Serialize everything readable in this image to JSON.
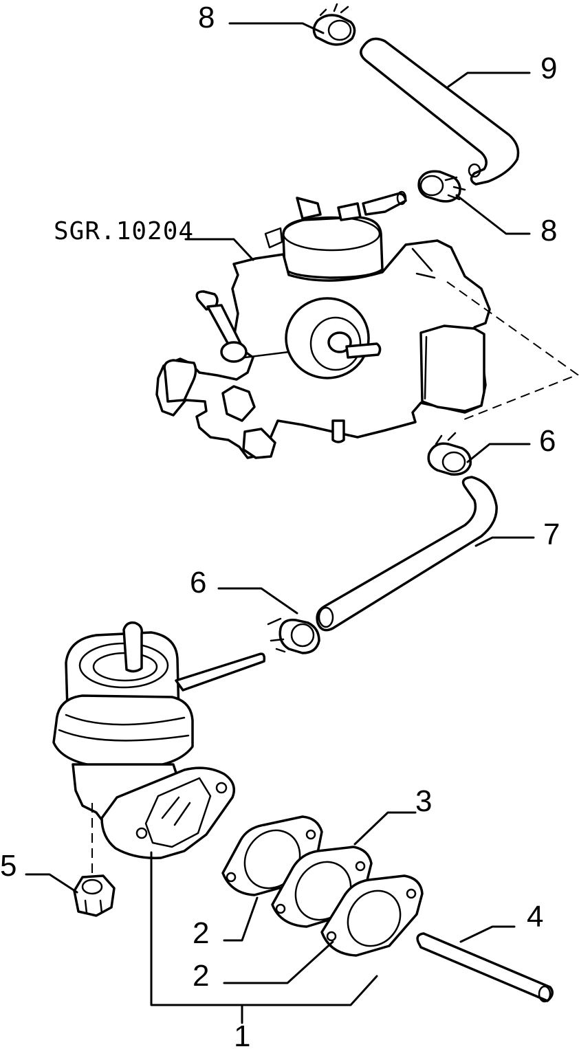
{
  "diagram": {
    "drawing_code": "SGR.10204",
    "callouts": [
      {
        "id": "8",
        "text": "8"
      },
      {
        "id": "9",
        "text": "9"
      },
      {
        "id": "8b",
        "text": "8"
      },
      {
        "id": "6",
        "text": "6"
      },
      {
        "id": "7",
        "text": "7"
      },
      {
        "id": "6b",
        "text": "6"
      },
      {
        "id": "3",
        "text": "3"
      },
      {
        "id": "5",
        "text": "5"
      },
      {
        "id": "4",
        "text": "4"
      },
      {
        "id": "2",
        "text": "2"
      },
      {
        "id": "2b",
        "text": "2"
      },
      {
        "id": "1",
        "text": "1"
      }
    ]
  }
}
